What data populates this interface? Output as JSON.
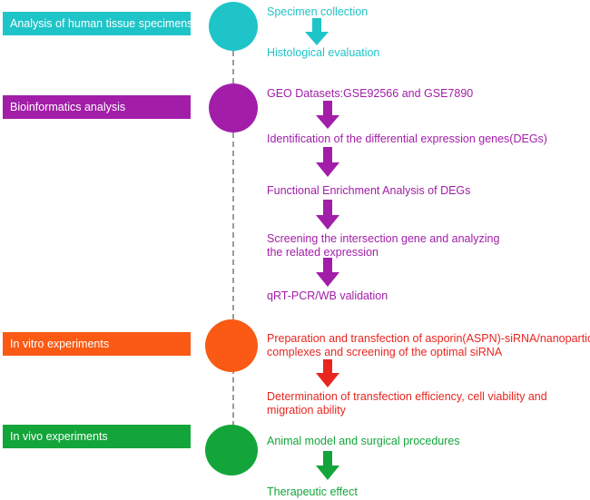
{
  "colors": {
    "teal": "#1fc4c8",
    "purple": "#a21ea8",
    "orange": "#fa5a14",
    "green": "#13a53a",
    "red": "#e8251f",
    "dash": "#9a9a9a"
  },
  "stages": [
    {
      "label": "Analysis of human tissue specimens",
      "steps": [
        "Specimen collection",
        "Histological evaluation"
      ]
    },
    {
      "label": "Bioinformatics analysis",
      "steps": [
        "GEO Datasets:GSE92566 and GSE7890",
        "Identification of the differential expression genes(DEGs)",
        "Functional Enrichment Analysis of DEGs",
        "Screening the intersection gene and analyzing",
        "the related expression",
        "qRT-PCR/WB validation"
      ]
    },
    {
      "label": "In vitro experiments",
      "steps": [
        "Preparation and transfection of asporin(ASPN)-siRNA/nanoparticle",
        "complexes and screening of the optimal siRNA",
        "Determination of transfection efficiency, cell viability and",
        "migration ability"
      ]
    },
    {
      "label": "In vivo experiments",
      "steps": [
        "Animal model and surgical procedures",
        "Therapeutic effect"
      ]
    }
  ]
}
